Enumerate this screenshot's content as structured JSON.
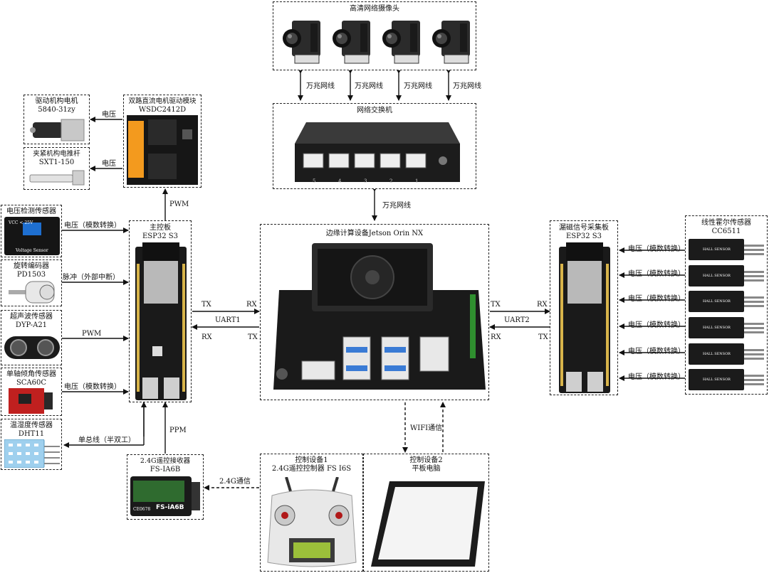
{
  "cameras": {
    "title": "高清网络摄像头"
  },
  "switch": {
    "title": "网络交换机",
    "port_numbers": [
      "5",
      "4",
      "3",
      "2",
      "1"
    ]
  },
  "edge": {
    "title": "边缘计算设备Jetson Orin NX"
  },
  "mcu_main": {
    "title_line1": "主控板",
    "title_line2": "ESP32 S3"
  },
  "mcu_mag": {
    "title_line1": "漏磁信号采集板",
    "title_line2": "ESP32 S3"
  },
  "motor_driver": {
    "title_line1": "双路直流电机驱动模块",
    "title_line2": "WSDC2412D"
  },
  "drive_motor": {
    "title_line1": "驱动机构电机",
    "title_line2": "5840-31zy"
  },
  "clamp_actuator": {
    "title_line1": "夹紧机构电推杆",
    "title_line2": "SXT1-150"
  },
  "voltage_sensor": {
    "title": "电压检测传感器",
    "pcb_text": "Voltage Sensor",
    "pcb_top": "VCC < 25V"
  },
  "encoder": {
    "title_line1": "旋转编码器",
    "title_line2": "PD1503"
  },
  "ultrasonic": {
    "title_line1": "超声波传感器",
    "title_line2": "DYP-A21"
  },
  "tilt": {
    "title_line1": "单轴倾角传感器",
    "title_line2": "SCA60C"
  },
  "dht": {
    "title_line1": "温湿度传感器",
    "title_line2": "DHT11"
  },
  "receiver": {
    "title_line1": "2.4G遥控接收器",
    "title_line2": "FS-IA6B",
    "model_text": "FS-iA6B",
    "ce_text": "CE0678"
  },
  "ctrl1": {
    "title_line1": "控制设备1",
    "title_line2": "2.4G遥控控制器 FS I6S"
  },
  "ctrl2": {
    "title_line1": "控制设备2",
    "title_line2": "平板电脑"
  },
  "hall": {
    "title_line1": "线性霍尔传感器",
    "title_line2": "CC6511",
    "module_text": "HALL SENSOR"
  },
  "links": {
    "cam_net": "万兆网线",
    "switch_net": "万兆网线",
    "pwm_driver": "PWM",
    "voltage": "电压",
    "voltage_adc": "电压（模数转换）",
    "pulse": "脉冲（外部中断）",
    "pwm": "PWM",
    "single_bus": "单总线（半双工）",
    "ppm": "PPM",
    "rf24": "2.4G通信",
    "wifi": "WIFI通信",
    "tx": "TX",
    "rx": "RX",
    "uart1": "UART1",
    "uart2": "UART2"
  }
}
